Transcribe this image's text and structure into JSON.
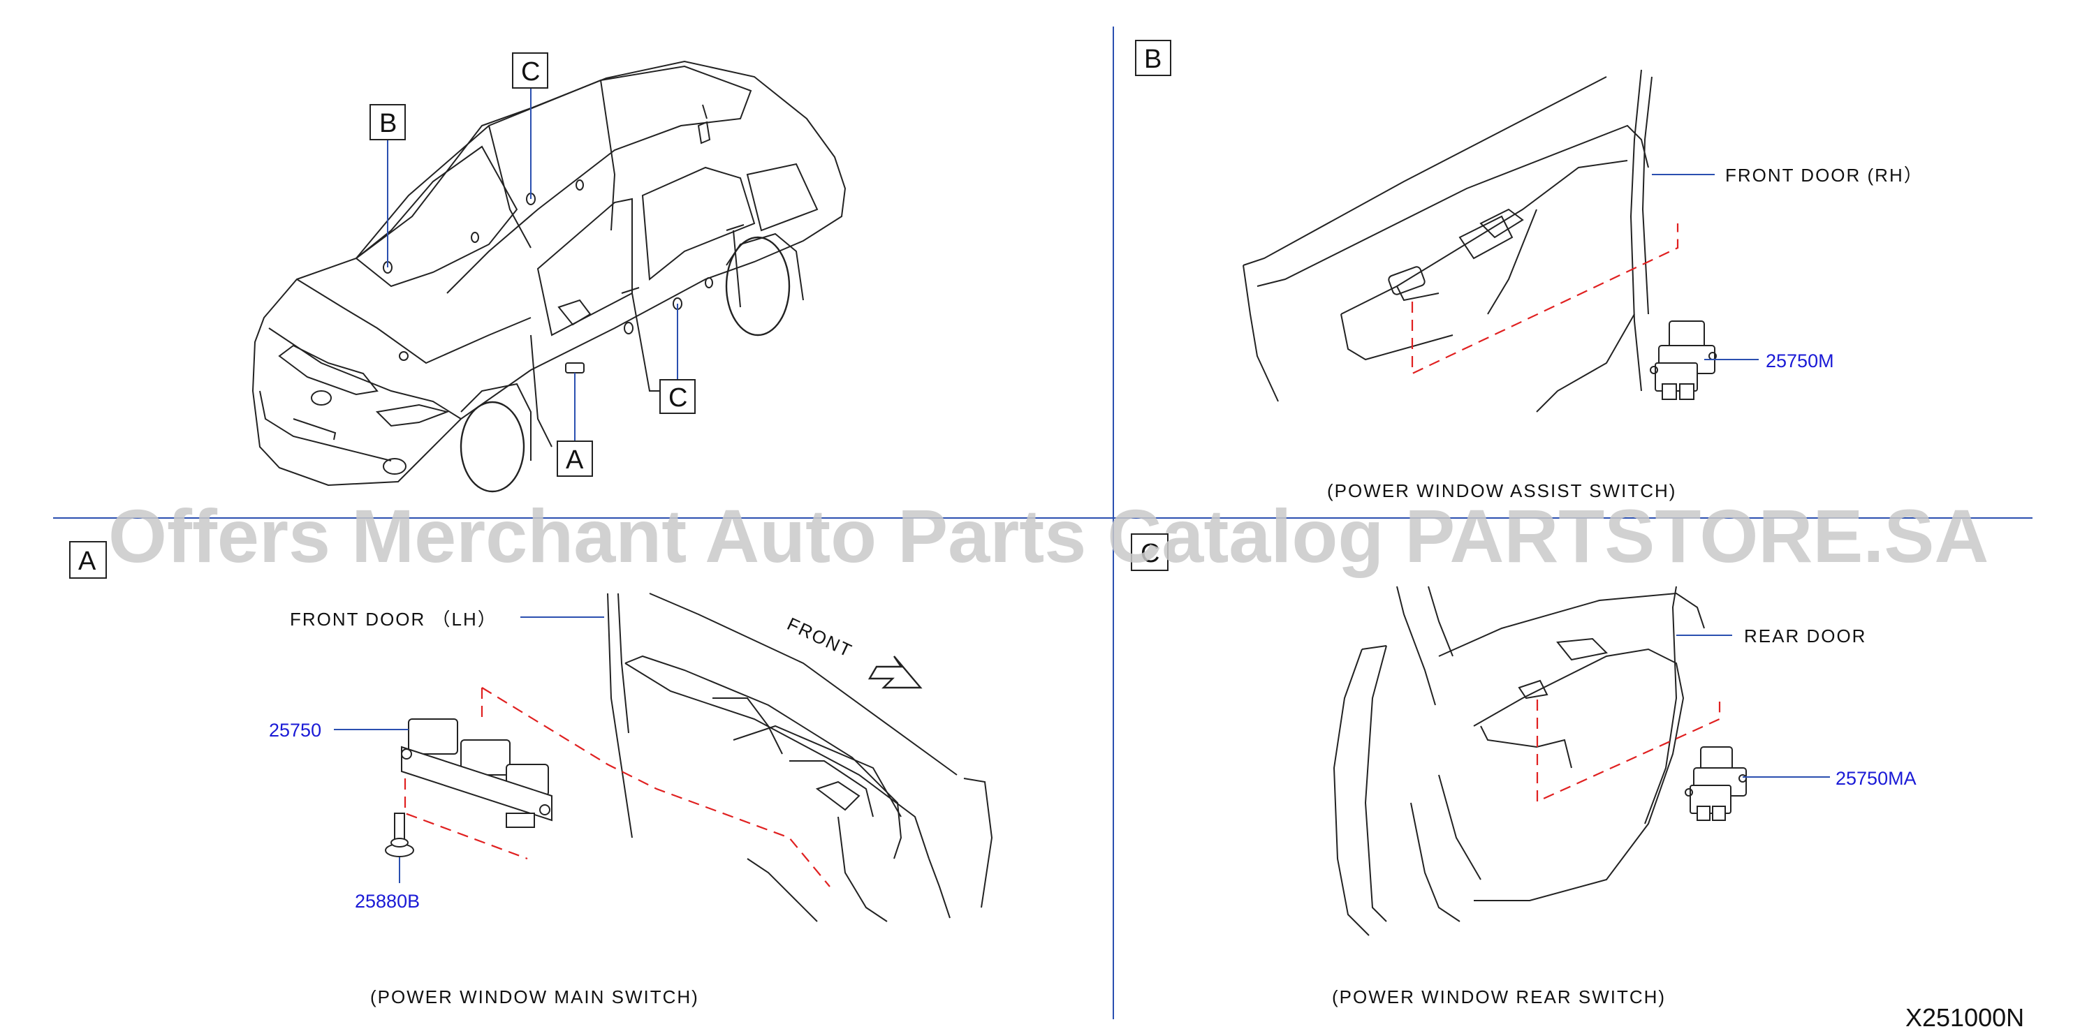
{
  "diagram": {
    "code": "X251000N",
    "watermark": "Offers Merchant Auto Parts Catalog PARTSTORE.SA",
    "view_markers": {
      "car_b": "B",
      "car_c_top": "C",
      "car_c_bottom": "C",
      "car_a": "A",
      "panel_a": "A",
      "panel_b": "B",
      "panel_c": "C"
    },
    "panel_a": {
      "door_label": "FRONT   DOOR   （LH）",
      "front_label": "FRONT",
      "caption": "(POWER   WINDOW   MAIN   SWITCH)",
      "parts": [
        "25750",
        "25880B"
      ]
    },
    "panel_b": {
      "door_label": "FRONT   DOOR   (RH）",
      "caption": "(POWER   WINDOW   ASSIST   SWITCH)",
      "parts": [
        "25750M"
      ]
    },
    "panel_c": {
      "door_label": "REAR   DOOR",
      "caption": "(POWER   WINDOW   REAR   SWITCH)",
      "parts": [
        "25750MA"
      ]
    },
    "colors": {
      "part_number": "#1a1ad6",
      "leader": "#2a4fb0",
      "hidden_line": "#e02020",
      "watermark": "#c9c9c9"
    }
  }
}
